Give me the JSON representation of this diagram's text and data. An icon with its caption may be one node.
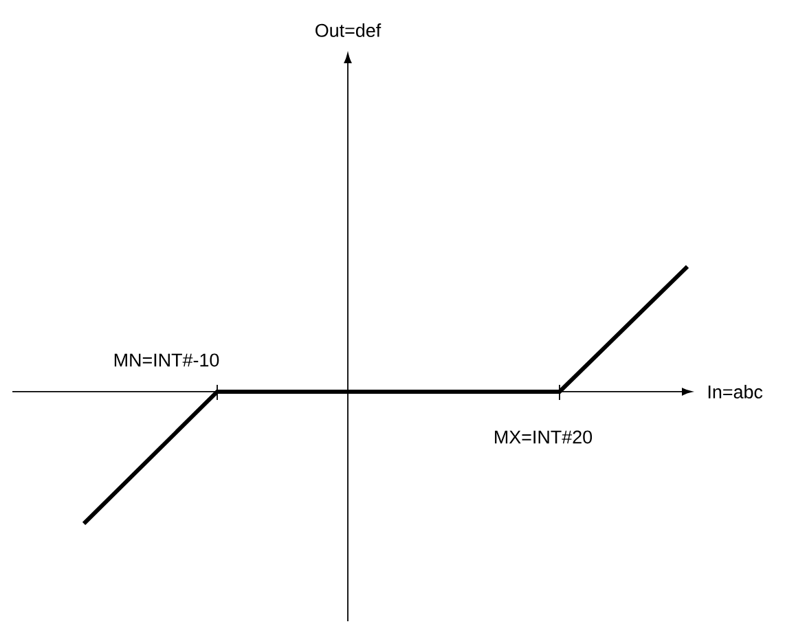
{
  "diagram": {
    "labels": [
      "Out=def",
      "MN=INT#-10",
      "In=abc",
      "MX=INT#20"
    ]
  }
}
